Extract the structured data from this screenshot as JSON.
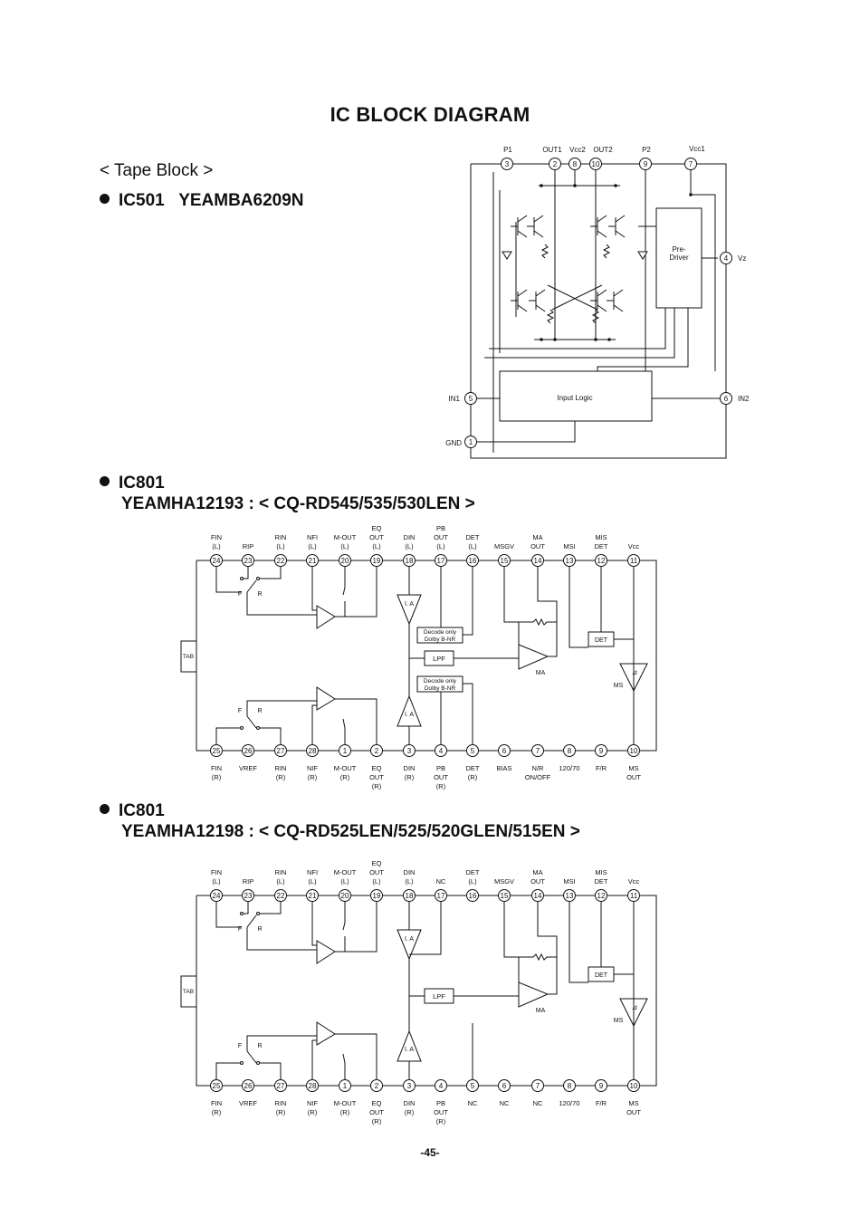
{
  "title": "IC BLOCK DIAGRAM",
  "tape_block": {
    "heading": "< Tape Block >",
    "ic_label": "IC501   YEAMBA6209N",
    "top_pins": [
      {
        "num": "3",
        "label": "P1"
      },
      {
        "num": "2",
        "label": "OUT1"
      },
      {
        "num": "8",
        "label": "Vcc2"
      },
      {
        "num": "10",
        "label": "OUT2"
      },
      {
        "num": "9",
        "label": "P2"
      },
      {
        "num": "7",
        "label": "Vcc1"
      }
    ],
    "pin4": {
      "num": "4",
      "label": "Vz"
    },
    "pin6": {
      "num": "6",
      "label": "IN2"
    },
    "pin5": {
      "num": "5",
      "label": "IN1"
    },
    "pin1": {
      "num": "1",
      "label": "GND"
    },
    "predriver_label": [
      "Pre-",
      "Driver"
    ],
    "input_logic_label": "Input Logic"
  },
  "ic801_a": {
    "heading": "IC801",
    "subheading": "YEAMHA12193 : < CQ-RD545/535/530LEN >",
    "top_pins": [
      {
        "num": "24",
        "label": [
          "FIN",
          "(L)"
        ]
      },
      {
        "num": "23",
        "label": [
          "RIP"
        ]
      },
      {
        "num": "22",
        "label": [
          "RIN",
          "(L)"
        ]
      },
      {
        "num": "21",
        "label": [
          "NFI",
          "(L)"
        ]
      },
      {
        "num": "20",
        "label": [
          "M-OUT",
          "(L)"
        ]
      },
      {
        "num": "19",
        "label": [
          "EQ",
          "OUT",
          "(L)"
        ]
      },
      {
        "num": "18",
        "label": [
          "DIN",
          "(L)"
        ]
      },
      {
        "num": "17",
        "label": [
          "PB",
          "OUT",
          "(L)"
        ]
      },
      {
        "num": "16",
        "label": [
          "DET",
          "(L)"
        ]
      },
      {
        "num": "15",
        "label": [
          "MSGV"
        ]
      },
      {
        "num": "14",
        "label": [
          "MA",
          "OUT"
        ]
      },
      {
        "num": "13",
        "label": [
          "MSI"
        ]
      },
      {
        "num": "12",
        "label": [
          "MIS",
          "DET"
        ]
      },
      {
        "num": "11",
        "label": [
          "Vcc"
        ]
      }
    ],
    "bottom_pins": [
      {
        "num": "25",
        "label": [
          "FIN",
          "(R)"
        ]
      },
      {
        "num": "26",
        "label": [
          "VREF"
        ]
      },
      {
        "num": "27",
        "label": [
          "RIN",
          "(R)"
        ]
      },
      {
        "num": "28",
        "label": [
          "NIF",
          "(R)"
        ]
      },
      {
        "num": "1",
        "label": [
          "M-OUT",
          "(R)"
        ]
      },
      {
        "num": "2",
        "label": [
          "EQ",
          "OUT",
          "(R)"
        ]
      },
      {
        "num": "3",
        "label": [
          "DIN",
          "(R)"
        ]
      },
      {
        "num": "4",
        "label": [
          "PB",
          "OUT",
          "(R)"
        ]
      },
      {
        "num": "5",
        "label": [
          "DET",
          "(R)"
        ]
      },
      {
        "num": "6",
        "label": [
          "BIAS"
        ]
      },
      {
        "num": "7",
        "label": [
          "N/R",
          "ON/OFF"
        ]
      },
      {
        "num": "8",
        "label": [
          "120/70"
        ]
      },
      {
        "num": "9",
        "label": [
          "F/R"
        ]
      },
      {
        "num": "10",
        "label": [
          "MS",
          "OUT"
        ]
      }
    ],
    "tab": "TAB",
    "ia": "I. A",
    "decode": [
      "Decode only",
      "Dolby B-NR"
    ],
    "lpf": "LPF",
    "det": "DET",
    "ma": "MA",
    "ms": "MS",
    "f": "F",
    "r": "R"
  },
  "ic801_b": {
    "heading": "IC801",
    "subheading": "YEAMHA12198 : < CQ-RD525LEN/525/520GLEN/515EN >",
    "top_pins": [
      {
        "num": "24",
        "label": [
          "FIN",
          "(L)"
        ]
      },
      {
        "num": "23",
        "label": [
          "RIP"
        ]
      },
      {
        "num": "22",
        "label": [
          "RIN",
          "(L)"
        ]
      },
      {
        "num": "21",
        "label": [
          "NFI",
          "(L)"
        ]
      },
      {
        "num": "20",
        "label": [
          "M-OUT",
          "(L)"
        ]
      },
      {
        "num": "19",
        "label": [
          "EQ",
          "OUT",
          "(L)"
        ]
      },
      {
        "num": "18",
        "label": [
          "DIN",
          "(L)"
        ]
      },
      {
        "num": "17",
        "label": [
          "NC"
        ]
      },
      {
        "num": "16",
        "label": [
          "DET",
          "(L)"
        ]
      },
      {
        "num": "15",
        "label": [
          "MSGV"
        ]
      },
      {
        "num": "14",
        "label": [
          "MA",
          "OUT"
        ]
      },
      {
        "num": "13",
        "label": [
          "MSI"
        ]
      },
      {
        "num": "12",
        "label": [
          "MIS",
          "DET"
        ]
      },
      {
        "num": "11",
        "label": [
          "Vcc"
        ]
      }
    ],
    "bottom_pins": [
      {
        "num": "25",
        "label": [
          "FIN",
          "(R)"
        ]
      },
      {
        "num": "26",
        "label": [
          "VREF"
        ]
      },
      {
        "num": "27",
        "label": [
          "RIN",
          "(R)"
        ]
      },
      {
        "num": "28",
        "label": [
          "NIF",
          "(R)"
        ]
      },
      {
        "num": "1",
        "label": [
          "M-OUT",
          "(R)"
        ]
      },
      {
        "num": "2",
        "label": [
          "EQ",
          "OUT",
          "(R)"
        ]
      },
      {
        "num": "3",
        "label": [
          "DIN",
          "(R)"
        ]
      },
      {
        "num": "4",
        "label": [
          "PB",
          "OUT",
          "(R)"
        ]
      },
      {
        "num": "5",
        "label": [
          "NC"
        ]
      },
      {
        "num": "6",
        "label": [
          "NC"
        ]
      },
      {
        "num": "7",
        "label": [
          "NC"
        ]
      },
      {
        "num": "8",
        "label": [
          "120/70"
        ]
      },
      {
        "num": "9",
        "label": [
          "F/R"
        ]
      },
      {
        "num": "10",
        "label": [
          "MS",
          "OUT"
        ]
      }
    ],
    "tab": "TAB",
    "ia": "I. A",
    "lpf": "LPF",
    "det": "DET",
    "ma": "MA",
    "ms": "MS",
    "f": "F",
    "r": "R"
  },
  "page_number": "-45-"
}
